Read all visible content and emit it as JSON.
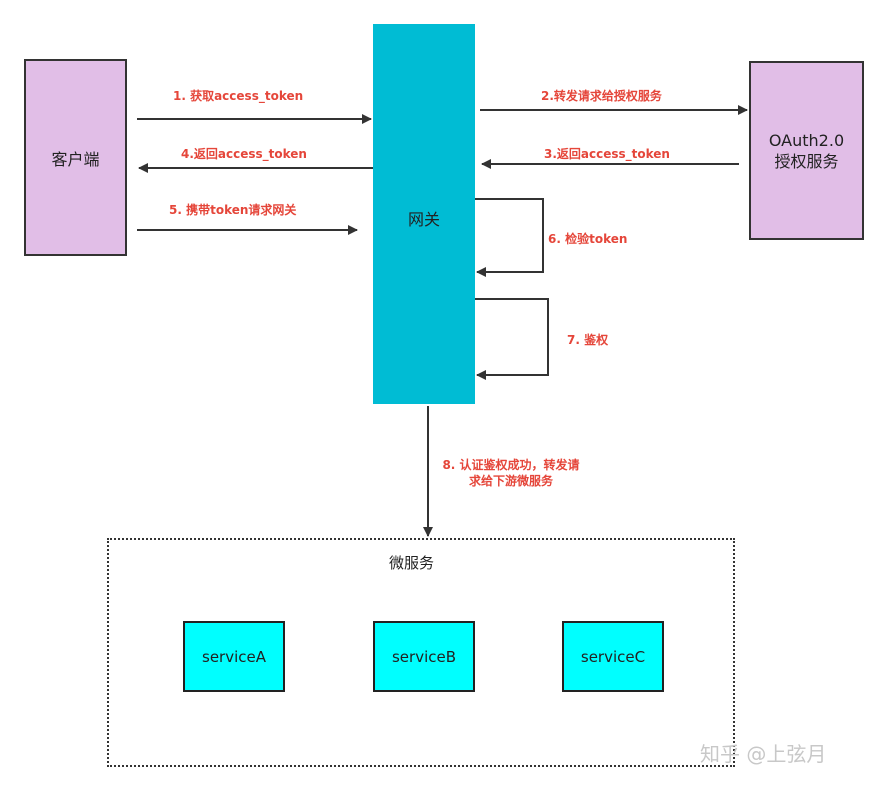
{
  "nodes": {
    "client": "客户端",
    "oauth_line1": "OAuth2.0",
    "oauth_line2": "授权服务",
    "gateway": "网关",
    "microservices": "微服务",
    "serviceA": "serviceA",
    "serviceB": "serviceB",
    "serviceC": "serviceC"
  },
  "steps": {
    "s1": "1. 获取access_token",
    "s2": "2.转发请求给授权服务",
    "s3": "3.返回access_token",
    "s4": "4.返回access_token",
    "s5": "5. 携带token请求网关",
    "s6": "6. 检验token",
    "s7": "7. 鉴权",
    "s8_line1": "8. 认证鉴权成功，转发请",
    "s8_line2": "求给下游微服务"
  },
  "watermark": "知乎 @上弦月",
  "colors": {
    "client_fill": "#e1bee7",
    "gateway_fill": "#00bcd4",
    "service_fill": "#00ffff",
    "label_red": "#e5463a",
    "line": "#333333"
  }
}
